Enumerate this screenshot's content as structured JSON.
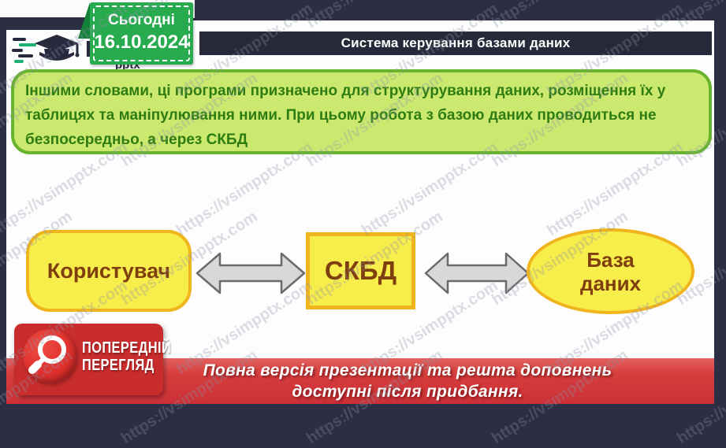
{
  "page": {
    "watermark_text": "https://vsimpptx.com"
  },
  "header": {
    "logo": {
      "brand": "ВСІМ",
      "sub": "pptx"
    },
    "date_badge": {
      "label": "Сьогодні",
      "date": "16.10.2024"
    },
    "title": "Система керування базами даних"
  },
  "infobox": {
    "lines": [
      "Іншими словами, ці програми призначено для структурування даних, розміщення їх у",
      "таблицях та маніпулювання ними. При цьому робота з базою даних проводиться не",
      "безпосередньо, а через СКБД"
    ]
  },
  "diagram": {
    "user_label": "Користувач",
    "dbms_label": "СКБД",
    "db_label_line1": "База",
    "db_label_line2": "даних",
    "arrow_style": "double-headed"
  },
  "preview_badge": {
    "line1": "ПОПЕРЕДНІЙ",
    "line2": "ПЕРЕГЛЯД"
  },
  "footer": {
    "line1": "Повна версія презентації та решта доповнень",
    "line2": "доступні після придбання."
  },
  "colors": {
    "navy": "#262939",
    "badge_green": "#27ab4e",
    "infobox_fill": "#cbe96f",
    "infobox_border": "#68b42c",
    "infobox_text": "#2f7d12",
    "shape_yellow": "#f7ed4b",
    "shape_border": "#f0b41c",
    "shape_text": "#7e3e0e",
    "arrow_fill": "#d8d8d8",
    "red": "#c92c2c",
    "footer_red": "#d63d3d"
  }
}
